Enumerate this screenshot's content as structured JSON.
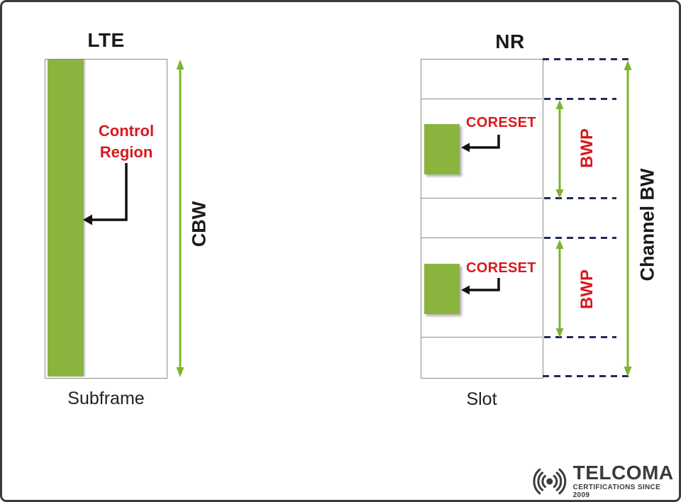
{
  "colors": {
    "box_green": "#8bb43f",
    "arrow_green": "#7cb432",
    "label_red": "#d9191e",
    "dashed_navy": "#202a5e",
    "border_dark": "#3b3b3b",
    "box_border_gray": "#8c8c8c"
  },
  "lte": {
    "title": "LTE",
    "control_region_label": "Control Region",
    "cbw_label": "CBW",
    "subframe_label": "Subframe"
  },
  "nr": {
    "title": "NR",
    "coreset_labels": [
      "CORESET",
      "CORESET"
    ],
    "bwp_labels": [
      "BWP",
      "BWP"
    ],
    "channel_bw_label": "Channel BW",
    "slot_label": "Slot"
  },
  "logo": {
    "name": "TELCOMA",
    "tagline": "CERTIFICATIONS SINCE 2009"
  }
}
